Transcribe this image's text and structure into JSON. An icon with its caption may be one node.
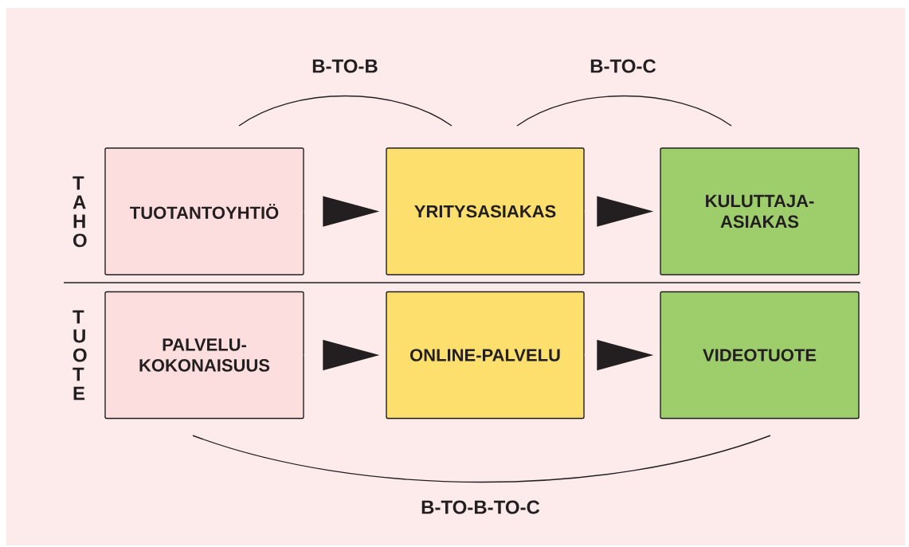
{
  "diagram": {
    "nodes": [
      {
        "text": [
          "TUOTANTOYHTIÖ"
        ]
      },
      {
        "text": [
          "YRITYSASIAKAS"
        ]
      },
      {
        "text": [
          "KULUTTAJA-ASIAKAS"
        ]
      },
      {
        "text": [
          "PALVELU-KOKONAISUUS"
        ]
      },
      {
        "text": [
          "ONLINE-PALVELU"
        ]
      },
      {
        "text": [
          "VIDEOTUOTE"
        ]
      }
    ],
    "edges": [
      {
        "from": 0,
        "to": 1,
        "arrow": "to"
      },
      {
        "from": 1,
        "to": 2,
        "arrow": "to"
      },
      {
        "from": 3,
        "to": 4,
        "arrow": "to"
      },
      {
        "from": 4,
        "to": 5,
        "arrow": "to"
      }
    ],
    "labels": [
      "B-TO-B",
      "B-TO-C",
      "TAHO",
      "TUOTE",
      "B-TO-B-TO-C"
    ]
  }
}
